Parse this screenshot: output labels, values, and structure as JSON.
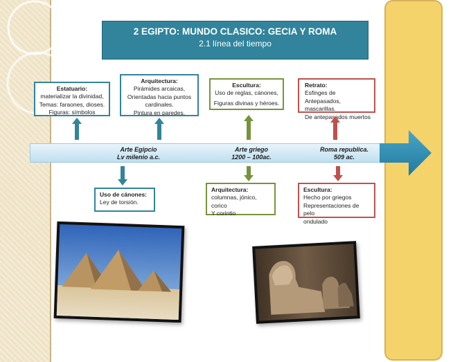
{
  "header": {
    "title": "2 EGIPTO: MUNDO CLASICO: GECIA Y ROMA",
    "subtitle": "2.1 línea del tiempo"
  },
  "top_boxes": [
    {
      "heading": "Estatuario:",
      "lines": [
        "materializar la divinidad,",
        "Temas: faraones, dioses.",
        "Figuras: símbolos"
      ]
    },
    {
      "heading": "Arquitectura:",
      "lines": [
        "Pirámides arcaicas,",
        "Orientadas hacia puntos",
        "cardinales.",
        "Pintura en paredes."
      ]
    },
    {
      "heading": "Escultura:",
      "lines": [
        "Uso de reglas, cánones,",
        "Figuras divinas y héroes."
      ]
    },
    {
      "heading": "Retrato:",
      "lines": [
        "Esfinges de",
        "Antepasados, mascarillas.",
        "De antepasados muertos"
      ]
    }
  ],
  "timeline": [
    {
      "line1": "Arte Egipcio",
      "line2": "Lv milenio a.c."
    },
    {
      "line1": "Arte griego",
      "line2": "1200 – 100ac."
    },
    {
      "line1": "Roma republica.",
      "line2": "509 ac."
    }
  ],
  "bottom_boxes": [
    {
      "heading": "Uso de cánones:",
      "lines": [
        "Ley de torsión."
      ]
    },
    {
      "heading": "Arquitectura:",
      "lines": [
        "columnas, jónico, corico",
        "Y corintio"
      ]
    },
    {
      "heading": "Escultura:",
      "lines": [
        "Hecho por griegos",
        "Representaciones de pelo",
        "ondulado"
      ]
    }
  ],
  "colors": {
    "teal": "#31849b",
    "green": "#77933c",
    "red": "#c0504d",
    "gold": "#f5d36b"
  }
}
